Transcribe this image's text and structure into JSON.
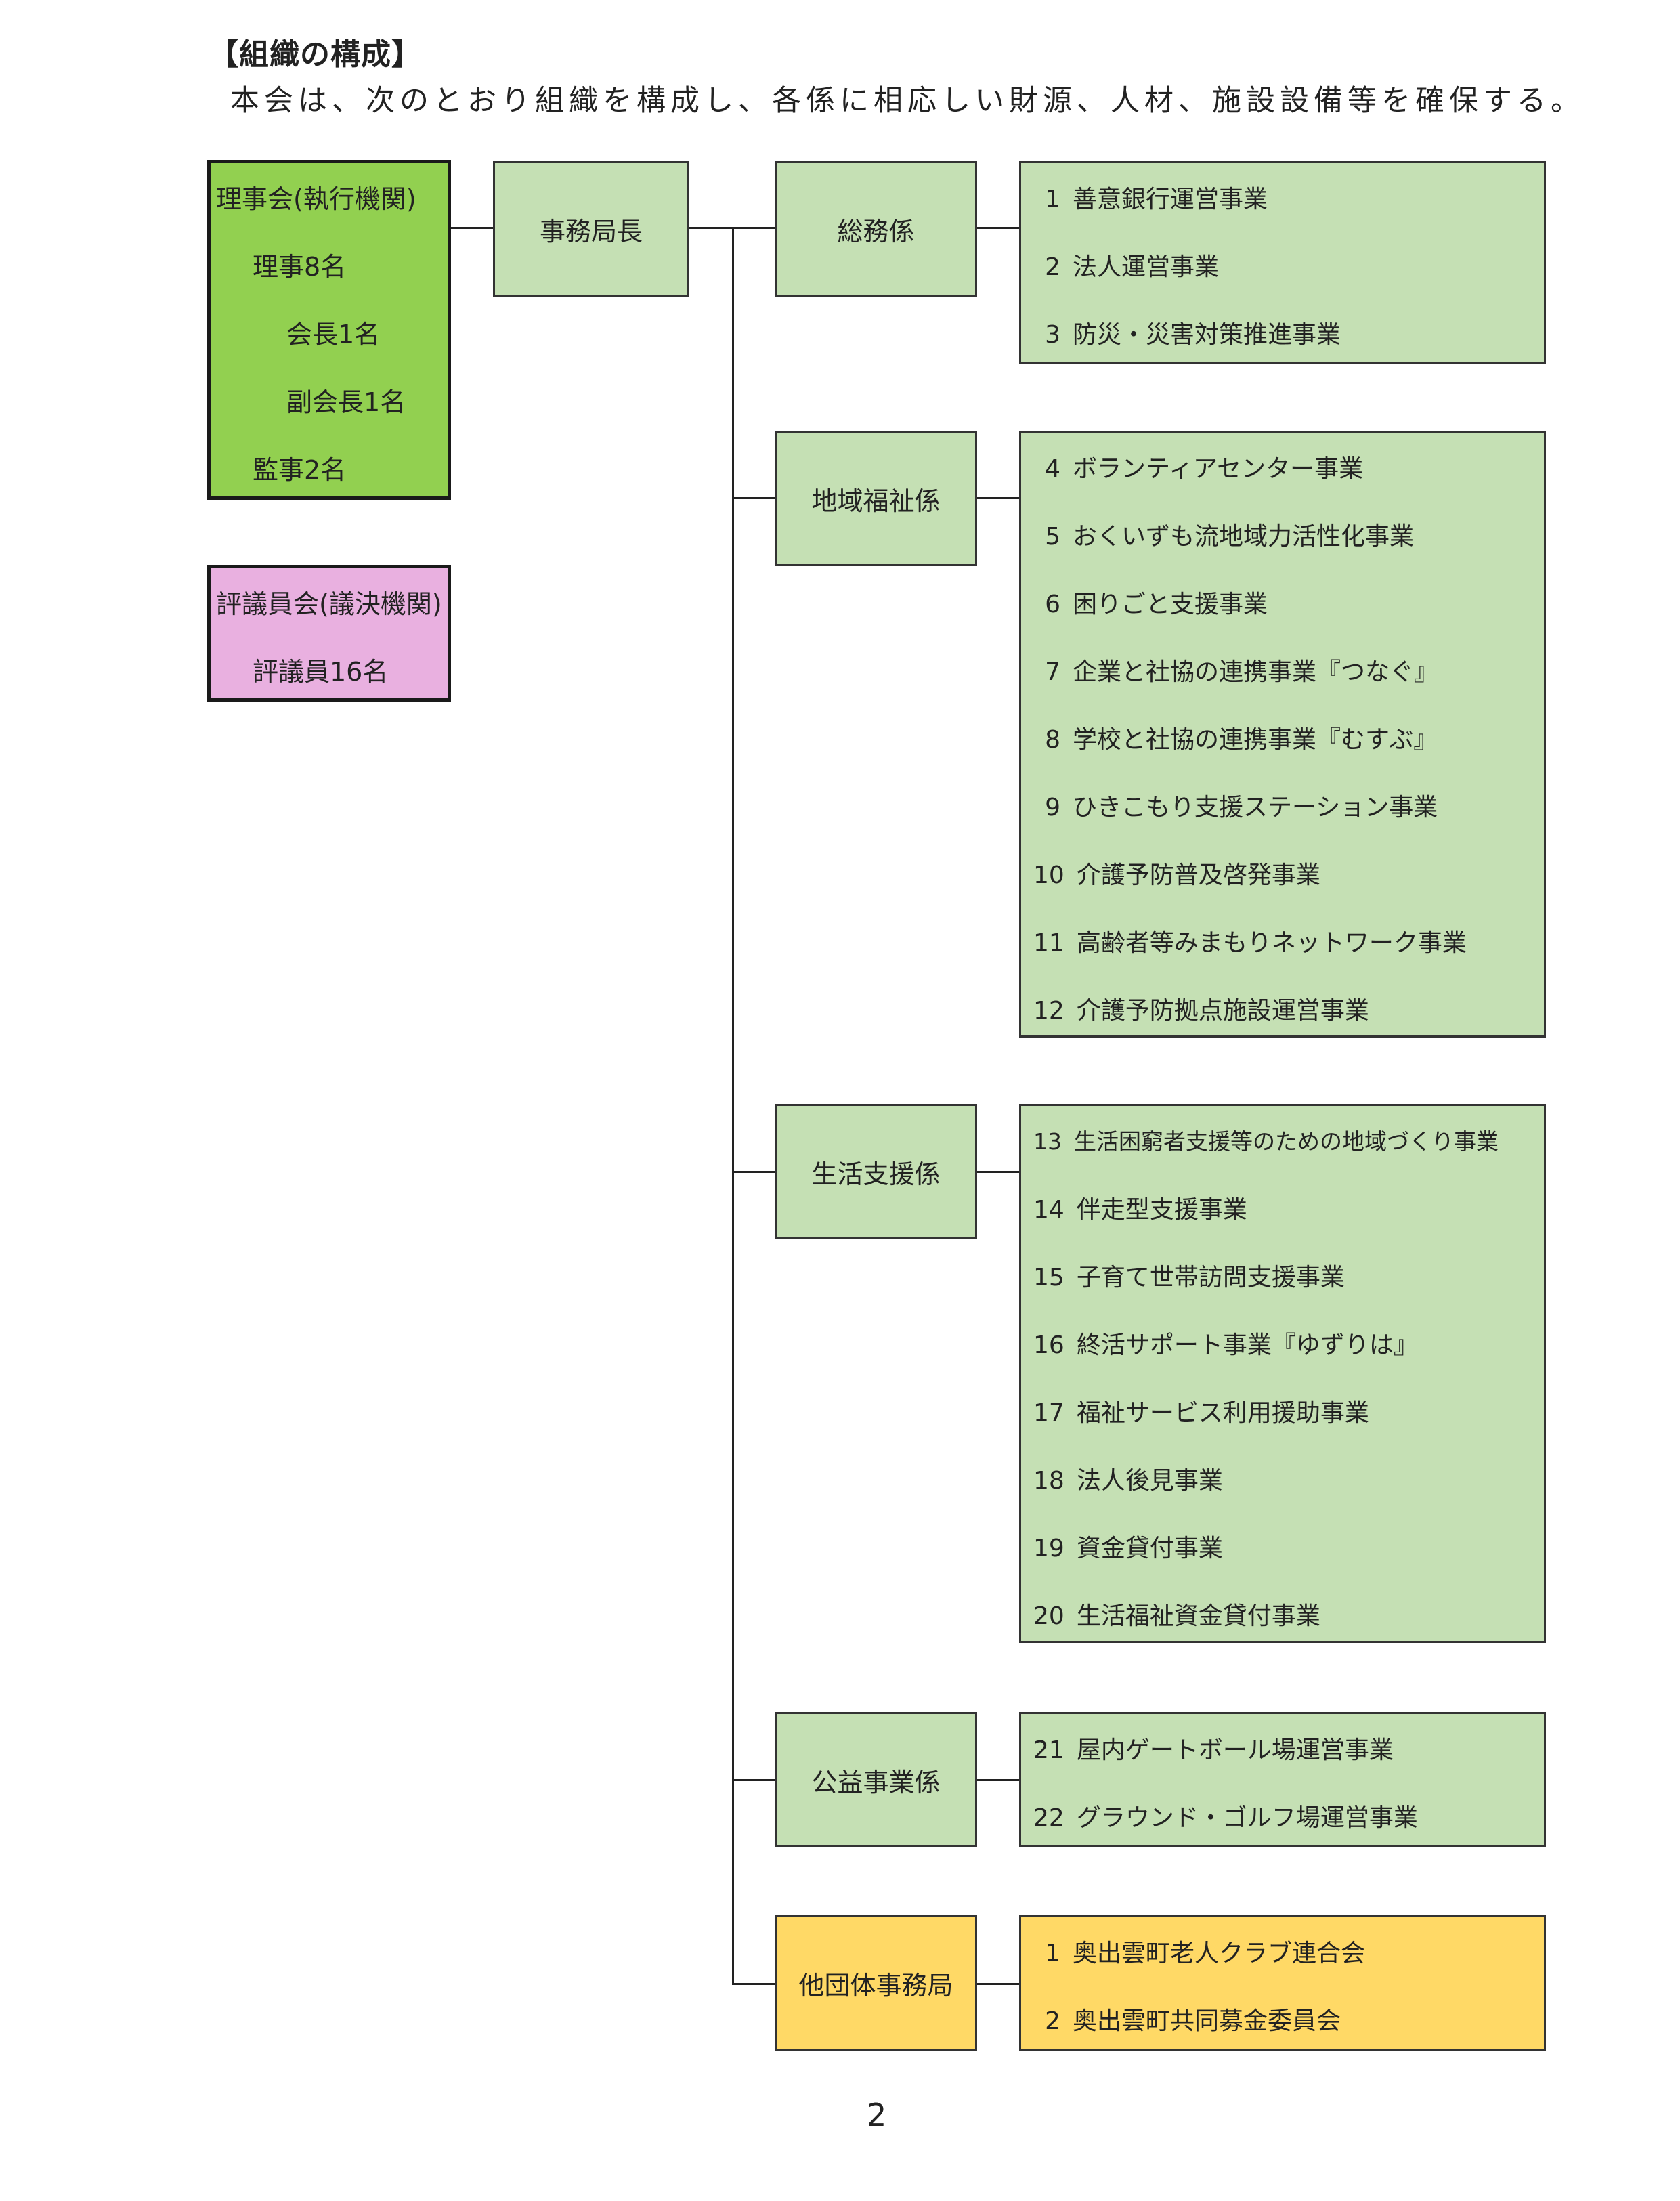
{
  "heading": "【組織の構成】",
  "intro": "本会は、次のとおり組織を構成し、各係に相応しい財源、人材、施設設備等を確保する。",
  "board": {
    "title": "理事会(執行機関)",
    "members": [
      "理事8名",
      "会長1名",
      "副会長1名",
      "監事2名"
    ]
  },
  "council": {
    "title": "評議員会(議決機関)",
    "members": [
      "評議員16名"
    ]
  },
  "director": "事務局長",
  "sections": [
    {
      "name": "総務係",
      "items": [
        {
          "num": "1",
          "text": "善意銀行運営事業"
        },
        {
          "num": "2",
          "text": "法人運営事業"
        },
        {
          "num": "3",
          "text": "防災・災害対策推進事業"
        }
      ]
    },
    {
      "name": "地域福祉係",
      "items": [
        {
          "num": "4",
          "text": "ボランティアセンター事業"
        },
        {
          "num": "5",
          "text": "おくいずも流地域力活性化事業"
        },
        {
          "num": "6",
          "text": "困りごと支援事業"
        },
        {
          "num": "7",
          "text": "企業と社協の連携事業『つなぐ』"
        },
        {
          "num": "8",
          "text": "学校と社協の連携事業『むすぶ』"
        },
        {
          "num": "9",
          "text": "ひきこもり支援ステーション事業"
        },
        {
          "num": "10",
          "text": "介護予防普及啓発事業"
        },
        {
          "num": "11",
          "text": "高齢者等みまもりネットワーク事業"
        },
        {
          "num": "12",
          "text": "介護予防拠点施設運営事業"
        }
      ]
    },
    {
      "name": "生活支援係",
      "items": [
        {
          "num": "13",
          "text": "生活困窮者支援等のための地域づくり事業"
        },
        {
          "num": "14",
          "text": "伴走型支援事業"
        },
        {
          "num": "15",
          "text": "子育て世帯訪問支援事業"
        },
        {
          "num": "16",
          "text": "終活サポート事業『ゆずりは』"
        },
        {
          "num": "17",
          "text": "福祉サービス利用援助事業"
        },
        {
          "num": "18",
          "text": "法人後見事業"
        },
        {
          "num": "19",
          "text": "資金貸付事業"
        },
        {
          "num": "20",
          "text": "生活福祉資金貸付事業"
        }
      ]
    },
    {
      "name": "公益事業係",
      "items": [
        {
          "num": "21",
          "text": "屋内ゲートボール場運営事業"
        },
        {
          "num": "22",
          "text": "グラウンド・ゴルフ場運営事業"
        }
      ]
    },
    {
      "name": "他団体事務局",
      "items": [
        {
          "num": "1",
          "text": "奥出雲町老人クラブ連合会"
        },
        {
          "num": "2",
          "text": "奥出雲町共同募金委員会"
        }
      ]
    }
  ],
  "page_number": "2",
  "colors": {
    "section_green": "#c5e0b4",
    "board_green": "#92d050",
    "council_pink": "#e9b0e0",
    "other_yellow": "#ffd966"
  }
}
